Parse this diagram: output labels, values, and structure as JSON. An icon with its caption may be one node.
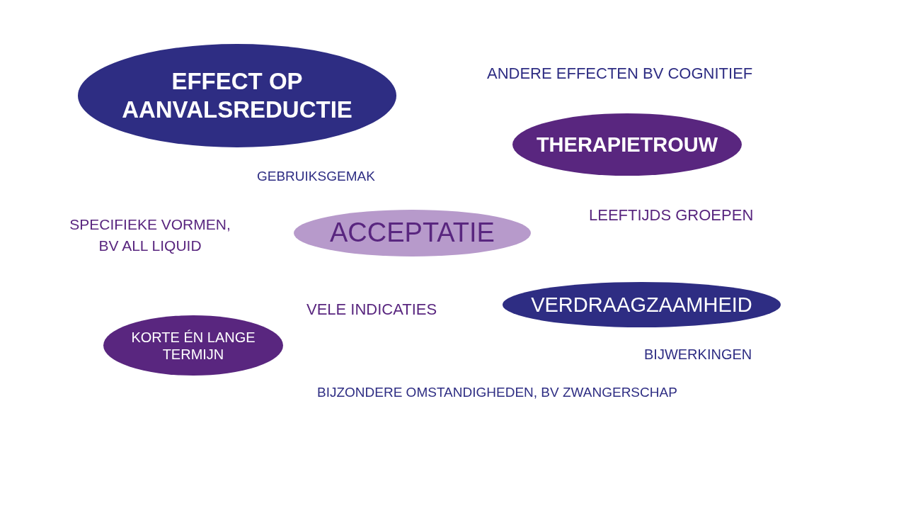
{
  "diagram": {
    "nodes": [
      {
        "text": [
          "EFFECT OP AANVALSREDUCTIE"
        ]
      },
      {
        "text": [
          "THERAPIETROUW"
        ]
      },
      {
        "text": [
          "ACCEPTATIE"
        ]
      },
      {
        "text": [
          "VERDRAAGZAAMHEID"
        ]
      },
      {
        "text": [
          "KORTE ÉN LANGE TERMIJN"
        ]
      }
    ],
    "edges": [],
    "labels": [
      "ANDERE EFFECTEN BV COGNITIEF",
      "GEBRUIKSGEMAK",
      "LEEFTIJDS GROEPEN",
      "SPECIFIEKE VORMEN, BV ALL LIQUID",
      "VELE INDICATIES",
      "BIJWERKINGEN",
      "BIJZONDERE OMSTANDIGHEDEN, BV ZWANGERSCHAP"
    ]
  }
}
